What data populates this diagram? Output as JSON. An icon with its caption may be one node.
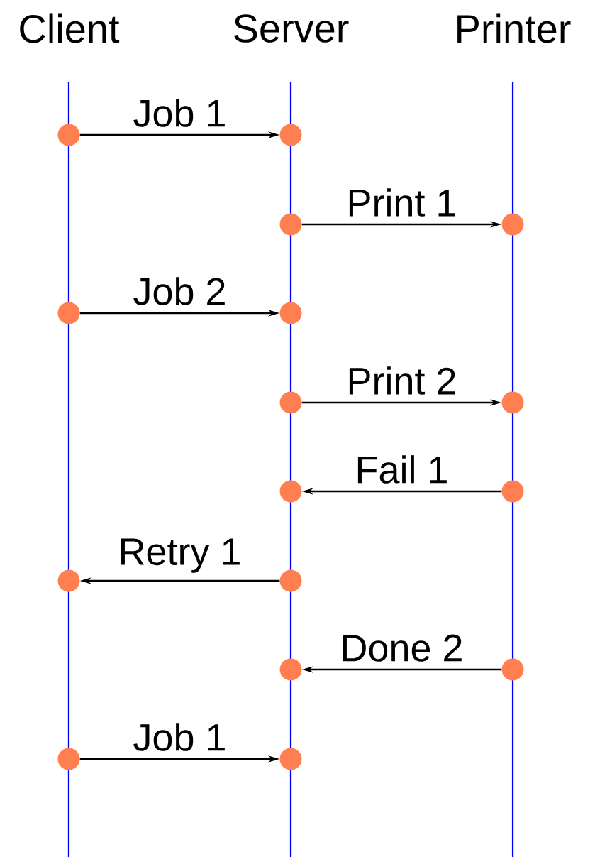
{
  "diagram": {
    "nodes": [
      {
        "text": [
          "Client"
        ]
      },
      {
        "text": [
          "Server"
        ]
      },
      {
        "text": [
          "Printer"
        ]
      },
      {
        "text": [],
        "shape": "circle"
      },
      {
        "text": [],
        "shape": "circle"
      },
      {
        "text": [],
        "shape": "circle"
      },
      {
        "text": [],
        "shape": "circle"
      },
      {
        "text": [],
        "shape": "circle"
      },
      {
        "text": [],
        "shape": "circle"
      },
      {
        "text": [],
        "shape": "circle"
      },
      {
        "text": [],
        "shape": "circle"
      },
      {
        "text": [],
        "shape": "circle"
      },
      {
        "text": [],
        "shape": "circle"
      },
      {
        "text": [],
        "shape": "circle"
      },
      {
        "text": [],
        "shape": "circle"
      },
      {
        "text": [],
        "shape": "circle"
      },
      {
        "text": [],
        "shape": "circle"
      },
      {
        "text": [],
        "shape": "circle"
      },
      {
        "text": [],
        "shape": "circle"
      }
    ],
    "edges": [
      {
        "from": 3,
        "to": 4,
        "arrow": "to",
        "label": "Job 1"
      },
      {
        "from": 5,
        "to": 6,
        "arrow": "to",
        "label": "Print 1"
      },
      {
        "from": 7,
        "to": 8,
        "arrow": "to",
        "label": "Job 2"
      },
      {
        "from": 9,
        "to": 10,
        "arrow": "to",
        "label": "Print 2"
      },
      {
        "from": 12,
        "to": 11,
        "arrow": "to",
        "label": "Fail 1"
      },
      {
        "from": 14,
        "to": 13,
        "arrow": "to",
        "label": "Retry 1"
      },
      {
        "from": 16,
        "to": 15,
        "arrow": "to",
        "label": "Done 2"
      },
      {
        "from": 17,
        "to": 18,
        "arrow": "to",
        "label": "Job 1"
      }
    ]
  }
}
